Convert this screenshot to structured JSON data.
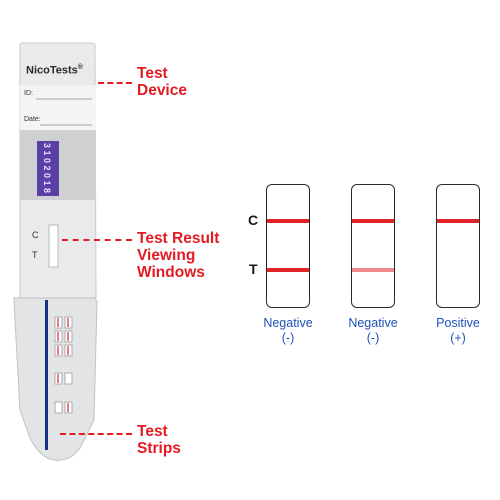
{
  "device": {
    "brand": "NicoTests",
    "trademark": "®",
    "id_label": "ID:",
    "date_label": "Date:",
    "window_label_c": "C",
    "window_label_t": "T",
    "sticker_text": "3 1 0 2 0 1 8"
  },
  "callouts": [
    {
      "lines": [
        "Test",
        "Device"
      ]
    },
    {
      "lines": [
        "Test Result",
        "Viewing",
        "Windows"
      ]
    },
    {
      "lines": [
        "Test",
        "Strips"
      ]
    }
  ],
  "strip_legend": {
    "c_label": "C",
    "t_label": "T",
    "strips": [
      {
        "caption": "Negative",
        "sign": "(-)",
        "control_line": true,
        "test_line": "strong"
      },
      {
        "caption": "Negative",
        "sign": "(-)",
        "control_line": true,
        "test_line": "faint"
      },
      {
        "caption": "Positive",
        "sign": "(+)",
        "control_line": true,
        "test_line": "none"
      }
    ]
  },
  "colors": {
    "callout_red": "#e31b23",
    "caption_blue": "#1e52b8",
    "line_red": "#e0242c",
    "line_faint": "#f08a8f",
    "sticker_purple": "#5b3fa6",
    "device_gray": "#e9eaec",
    "window_gray": "#cfd0d2"
  }
}
